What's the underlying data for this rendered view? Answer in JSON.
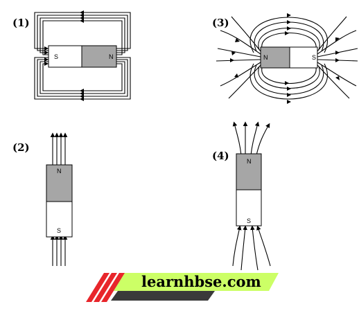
{
  "panels": [
    {
      "label": "(1)",
      "left_pole": "S",
      "right_pole": "N"
    },
    {
      "label": "(2)",
      "top_pole": "N",
      "bottom_pole": "S"
    },
    {
      "label": "(3)",
      "left_pole": "N",
      "right_pole": "S"
    },
    {
      "label": "(4)",
      "top_pole": "N",
      "bottom_pole": "S"
    }
  ],
  "colors": {
    "north": "#a6a6a6",
    "south": "#ffffff",
    "banner_green": "#ccff66",
    "banner_red": "#e8262b",
    "banner_dark": "#3a3a3a"
  },
  "watermark": {
    "text": "learnhbse.com"
  }
}
